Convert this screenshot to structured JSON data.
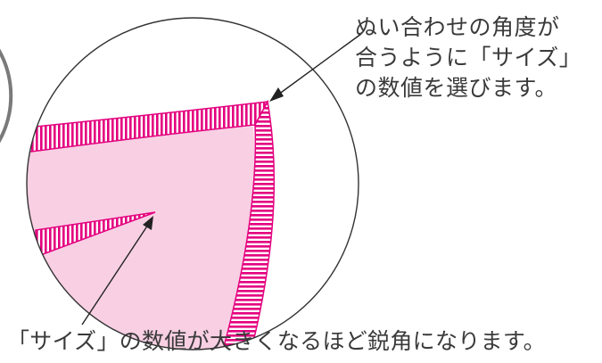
{
  "callout_top": {
    "lines": [
      "ぬい合わせの角度が",
      "合うように「サイズ」",
      "の数値を選びます。"
    ]
  },
  "callout_bottom": {
    "text": "「サイズ」の数値が大きくなるほど鋭角になります。"
  },
  "colors": {
    "fabric_fill": "#f8cfe3",
    "stripe": "#e4007f",
    "outline": "#333333",
    "text": "#3a3a3a"
  }
}
